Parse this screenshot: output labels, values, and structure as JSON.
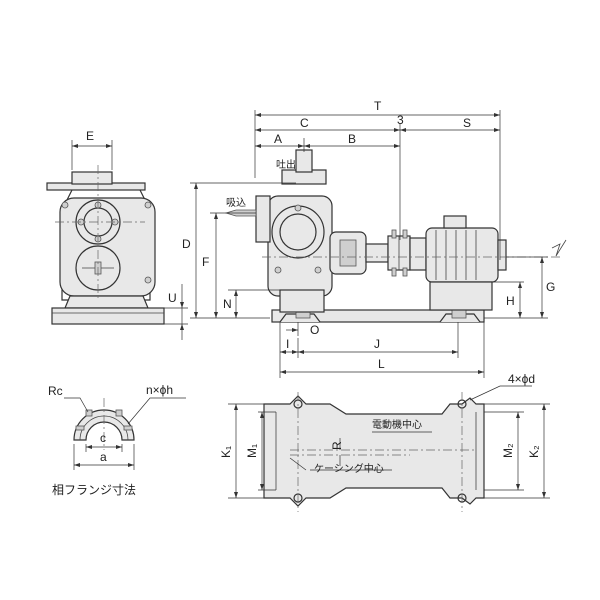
{
  "labels": {
    "T": "T",
    "three": "3",
    "C": "C",
    "S": "S",
    "A": "A",
    "B": "B",
    "E": "E",
    "D": "D",
    "F": "F",
    "G": "G",
    "H": "H",
    "U": "U",
    "N": "N",
    "O": "O",
    "I": "I",
    "J": "J",
    "L": "L",
    "Rc": "Rc",
    "c": "c",
    "a": "a",
    "nh": "n×ϕh",
    "fourd": "4×ϕd",
    "K1": "K₁",
    "M1": "M₁",
    "M2": "M₂",
    "K2": "K₂",
    "R": "R"
  },
  "annotations": {
    "discharge": "吐出",
    "suction": "吸込",
    "motor_center": "電動機中心",
    "casing_center": "ケーシング中心",
    "flange_caption": "相フランジ寸法"
  }
}
